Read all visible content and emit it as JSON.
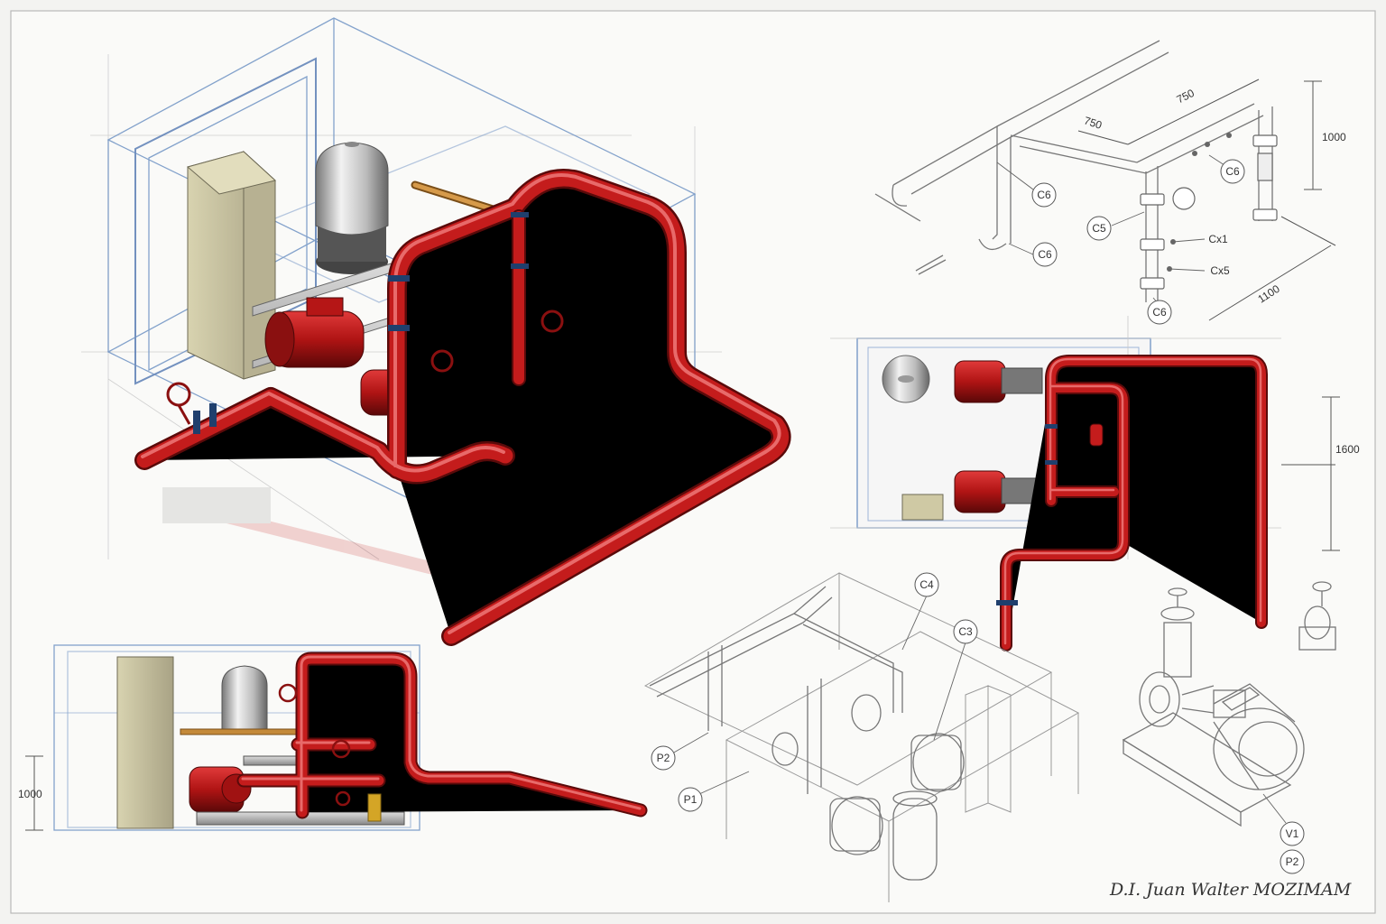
{
  "sheet": {
    "signature": "D.I. Juan Walter MOZIMAM"
  },
  "detail_isometric_pipe": {
    "dimensions": {
      "d1": "750",
      "d2": "750",
      "height": "1000",
      "length": "1100"
    },
    "callouts": {
      "c6_a": "C6",
      "c6_b": "C6",
      "c6_c": "C6",
      "c6_d": "C6",
      "c5": "C5",
      "cx1": "Cx1",
      "cx5": "Cx5"
    }
  },
  "plan_view": {
    "dimension": "1600"
  },
  "wireframe_view": {
    "callouts": {
      "c4": "C4",
      "c3": "C3",
      "p2": "P2",
      "p1": "P1"
    }
  },
  "pump_detail": {
    "callouts": {
      "v1": "V1",
      "p2": "P2"
    }
  },
  "elevation_view": {
    "dimension": "1000"
  },
  "colors": {
    "fire_red": "#c41c1c",
    "glass_blue": "#6f93c4",
    "cabinet_beige": "#cfc9a4",
    "brass": "#c48a3a"
  }
}
